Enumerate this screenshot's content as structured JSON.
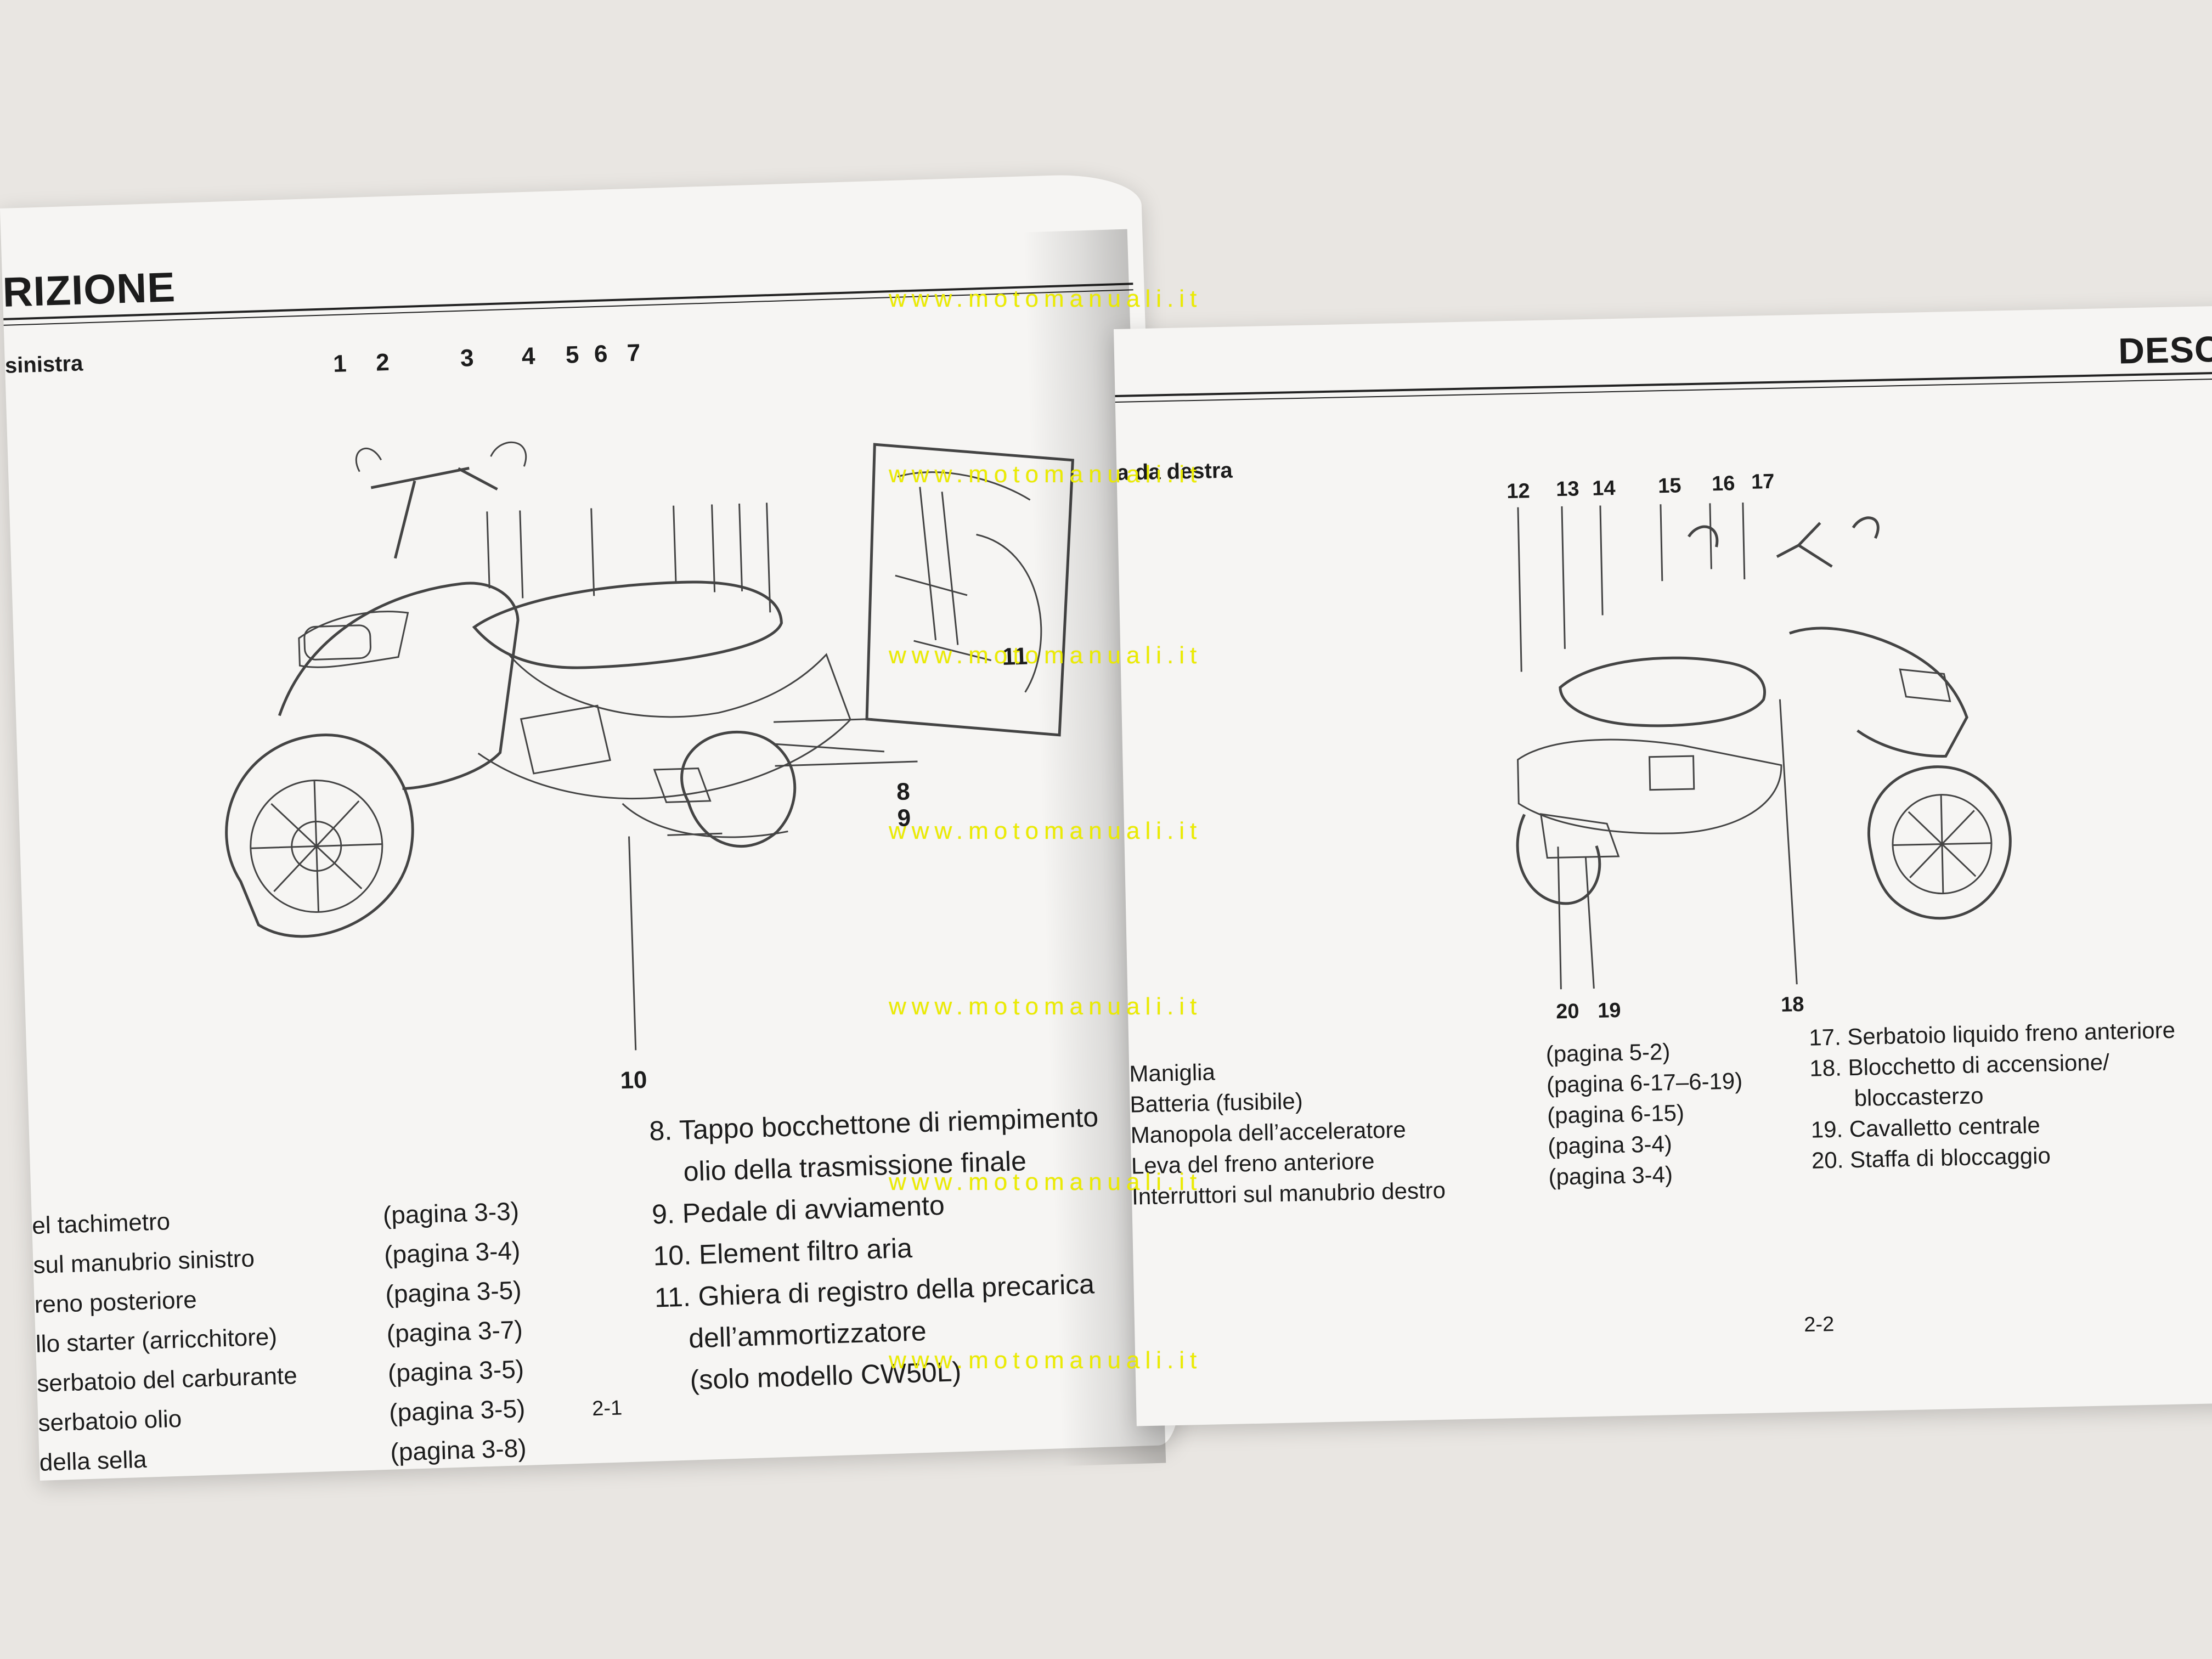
{
  "left_page": {
    "section_title": "RIZIONE",
    "subheading": "sinistra",
    "callouts_top": [
      "1",
      "2",
      "3",
      "4",
      "5",
      "6",
      "7"
    ],
    "callout_11": "11",
    "callout_8": "8",
    "callout_9": "9",
    "callout_10": "10",
    "legend_left": [
      "el tachimetro",
      "sul manubrio sinistro",
      "reno posteriore",
      "llo starter (arricchitore)",
      "serbatoio del carburante",
      "serbatoio olio",
      "della sella"
    ],
    "refs_left": [
      "(pagina 3-3)",
      "(pagina 3-4)",
      "(pagina 3-5)",
      "(pagina 3-7)",
      "(pagina 3-5)",
      "(pagina 3-5)",
      "(pagina 3-8)"
    ],
    "legend_right": [
      "8. Tappo bocchettone di riempimento",
      "olio della trasmissione finale",
      "9. Pedale di avviamento",
      "10. Element filtro aria",
      "11. Ghiera di registro della precarica",
      "dell’ammortizzatore",
      "(solo modello CW50L)"
    ],
    "page_number": "2-1"
  },
  "right_page": {
    "section_title": "DESC",
    "subheading": "a da destra",
    "callouts_top": [
      "12",
      "13",
      "14",
      "15",
      "16",
      "17"
    ],
    "callouts_bottom": [
      "20",
      "19",
      "18"
    ],
    "legend_left": [
      "Maniglia",
      "Batteria (fusibile)",
      "Manopola dell’acceleratore",
      "Leva del freno anteriore",
      "Interruttori sul manubrio destro"
    ],
    "refs_left": [
      "(pagina 5-2)",
      "(pagina 6-17–6-19)",
      "(pagina 6-15)",
      "(pagina 3-4)",
      "(pagina 3-4)"
    ],
    "legend_right": [
      "17. Serbatoio liquido freno anteriore",
      "18. Blocchetto di accensione/",
      "bloccasterzo",
      "19. Cavalletto centrale",
      "20. Staffa di bloccaggio"
    ],
    "page_number": "2-2"
  },
  "watermark": "www.motomanuali.it"
}
